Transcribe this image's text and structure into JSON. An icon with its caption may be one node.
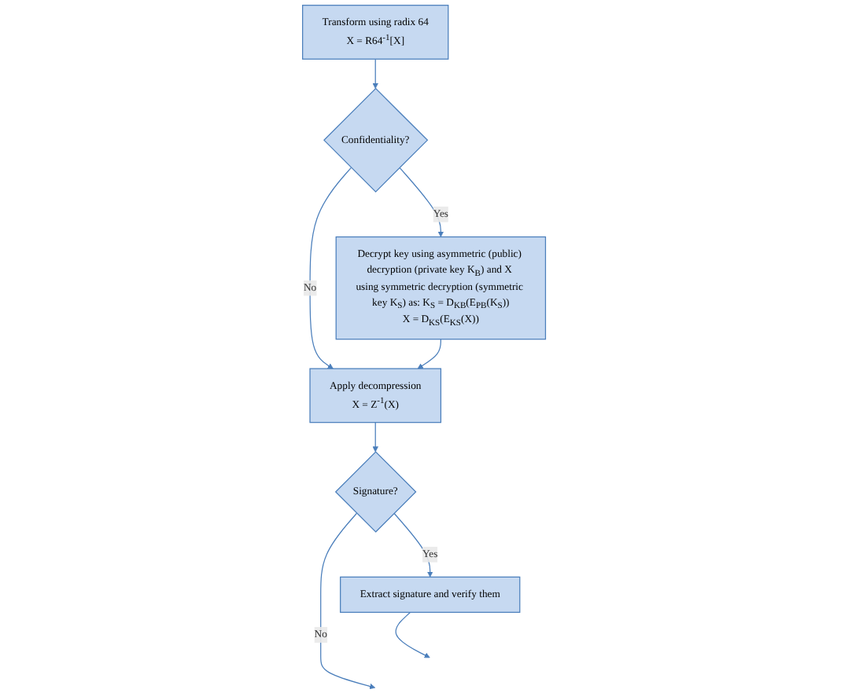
{
  "diagram": {
    "nodes": [
      {
        "text": [
          "Transform using radix 64",
          "X = R64$^{-1}$[X]"
        ]
      },
      {
        "text": [
          "Confidentiality?"
        ]
      },
      {
        "text": [
          "Decrypt key using asymmetric (public) decryption (private key K$_{B}$) and X using symmetric decryption (symmetric key K$_{S}$) as: K$_{S}$ = D$_{KB}$(E$_{PB}$(K$_{S}$))",
          "X = D$_{KS}$(E$_{KS}$(X))"
        ]
      },
      {
        "text": [
          "Apply decompression",
          "X = Z$^{-1}$(X)"
        ]
      },
      {
        "text": [
          "Signature?"
        ]
      },
      {
        "text": [
          "Extract signature and verify them"
        ]
      }
    ],
    "edges": [
      {
        "from": 0,
        "to": 1,
        "arrow": "to"
      },
      {
        "from": 1,
        "to": 2,
        "arrow": "to",
        "label": "Yes"
      },
      {
        "from": 1,
        "to": 3,
        "arrow": "to",
        "label": "No"
      },
      {
        "from": 2,
        "to": 3,
        "arrow": "to"
      },
      {
        "from": 3,
        "to": 4,
        "arrow": "to"
      },
      {
        "from": 4,
        "to": 5,
        "arrow": "to",
        "label": "Yes"
      },
      {
        "from": 4,
        "to": null,
        "arrow": "to",
        "label": "No"
      },
      {
        "from": 5,
        "to": null,
        "arrow": "to"
      }
    ]
  }
}
